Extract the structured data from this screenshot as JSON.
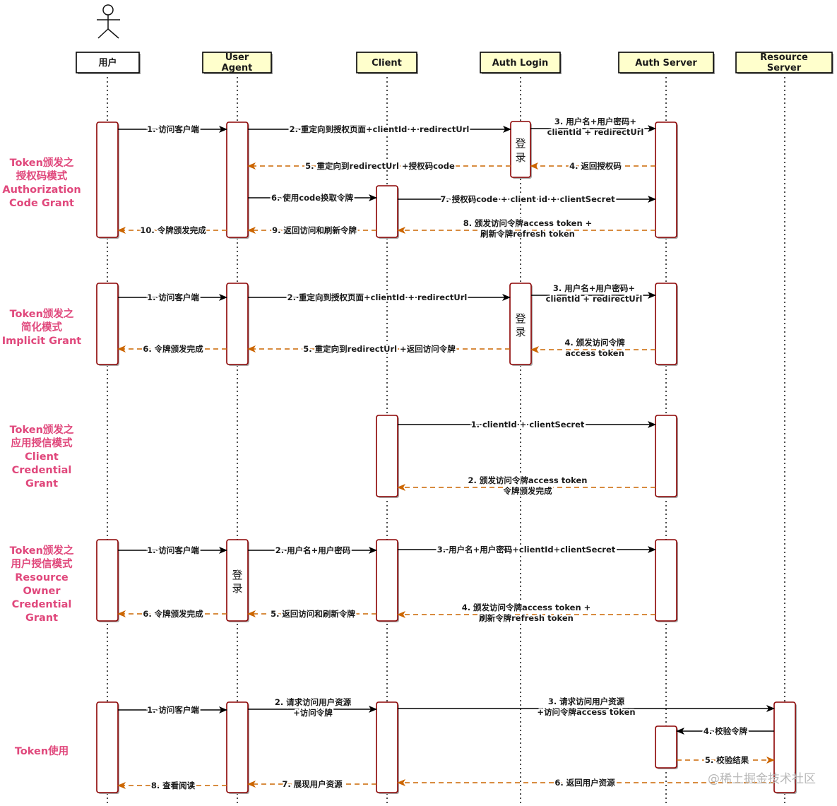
{
  "participants": [
    {
      "id": "user",
      "lines": [
        "用户"
      ],
      "fill": "#ffffff"
    },
    {
      "id": "agent",
      "lines": [
        "User",
        "Agent"
      ],
      "fill": "#ffffcc"
    },
    {
      "id": "client",
      "lines": [
        "Client"
      ],
      "fill": "#ffffcc"
    },
    {
      "id": "login",
      "lines": [
        "Auth Login"
      ],
      "fill": "#ffffcc"
    },
    {
      "id": "auth",
      "lines": [
        "Auth Server"
      ],
      "fill": "#ffffcc"
    },
    {
      "id": "resource",
      "lines": [
        "Resource",
        "Server"
      ],
      "fill": "#ffffcc"
    }
  ],
  "login_text": [
    "登",
    "录"
  ],
  "sections": [
    {
      "title": [
        "Token颁发之",
        "授权码模式",
        "Authorization",
        "Code Grant"
      ],
      "messages": [
        {
          "from": "user",
          "to": "agent",
          "dashed": false,
          "lines": [
            "1. 访问客户端"
          ]
        },
        {
          "from": "agent",
          "to": "login",
          "dashed": false,
          "lines": [
            "2. 重定向到授权页面+clientId + redirectUrl"
          ]
        },
        {
          "from": "login",
          "to": "auth",
          "dashed": false,
          "lines": [
            "3. 用户名+用户密码+",
            "clientId + redirectUrl"
          ]
        },
        {
          "from": "auth",
          "to": "login",
          "dashed": true,
          "lines": [
            "4. 返回授权码"
          ]
        },
        {
          "from": "login",
          "to": "agent",
          "dashed": true,
          "lines": [
            "5. 重定向到redirectUrl +授权码code"
          ]
        },
        {
          "from": "agent",
          "to": "client",
          "dashed": false,
          "lines": [
            "6. 使用code换取令牌"
          ]
        },
        {
          "from": "client",
          "to": "auth",
          "dashed": false,
          "lines": [
            "7. 授权码code + client id + clientSecret"
          ]
        },
        {
          "from": "auth",
          "to": "client",
          "dashed": true,
          "lines": [
            "8. 颁发访问令牌access token +",
            "刷新令牌refresh token"
          ]
        },
        {
          "from": "client",
          "to": "agent",
          "dashed": true,
          "lines": [
            "9. 返回访问和刷新令牌"
          ]
        },
        {
          "from": "agent",
          "to": "user",
          "dashed": true,
          "lines": [
            "10. 令牌颁发完成"
          ]
        }
      ]
    },
    {
      "title": [
        "Token颁发之",
        "简化模式",
        "Implicit Grant"
      ],
      "messages": [
        {
          "from": "user",
          "to": "agent",
          "dashed": false,
          "lines": [
            "1. 访问客户端"
          ]
        },
        {
          "from": "agent",
          "to": "login",
          "dashed": false,
          "lines": [
            "2. 重定向到授权页面+clientId + redirectUrl"
          ]
        },
        {
          "from": "login",
          "to": "auth",
          "dashed": false,
          "lines": [
            "3. 用户名+用户密码+",
            "clientId + redirectUrl"
          ]
        },
        {
          "from": "auth",
          "to": "login",
          "dashed": true,
          "lines": [
            "4. 颁发访问令牌",
            "access token"
          ]
        },
        {
          "from": "login",
          "to": "agent",
          "dashed": true,
          "lines": [
            "5. 重定向到redirectUrl +返回访问令牌"
          ]
        },
        {
          "from": "agent",
          "to": "user",
          "dashed": true,
          "lines": [
            "6. 令牌颁发完成"
          ]
        }
      ]
    },
    {
      "title": [
        "Token颁发之",
        "应用授信模式",
        "Client",
        "Credential",
        "Grant"
      ],
      "messages": [
        {
          "from": "client",
          "to": "auth",
          "dashed": false,
          "lines": [
            "1. clientId + clientSecret"
          ]
        },
        {
          "from": "auth",
          "to": "client",
          "dashed": true,
          "lines": [
            "2. 颁发访问令牌access token",
            "令牌颁发完成"
          ]
        }
      ]
    },
    {
      "title": [
        "Token颁发之",
        "用户授信模式",
        "Resource",
        "Owner",
        "Credential",
        "Grant"
      ],
      "messages": [
        {
          "from": "user",
          "to": "agent",
          "dashed": false,
          "lines": [
            "1. 访问客户端"
          ]
        },
        {
          "from": "agent",
          "to": "client",
          "dashed": false,
          "lines": [
            "2. 用户名+用户密码"
          ]
        },
        {
          "from": "client",
          "to": "auth",
          "dashed": false,
          "lines": [
            "3. 用户名+用户密码+clientId+clientSecret"
          ]
        },
        {
          "from": "auth",
          "to": "client",
          "dashed": true,
          "lines": [
            "4. 颁发访问令牌access token +",
            "刷新令牌refresh token"
          ]
        },
        {
          "from": "client",
          "to": "agent",
          "dashed": true,
          "lines": [
            "5. 返回访问和刷新令牌"
          ]
        },
        {
          "from": "agent",
          "to": "user",
          "dashed": true,
          "lines": [
            "6. 令牌颁发完成"
          ]
        }
      ]
    },
    {
      "title": [
        "Token使用"
      ],
      "messages": [
        {
          "from": "user",
          "to": "agent",
          "dashed": false,
          "lines": [
            "1. 访问客户端"
          ]
        },
        {
          "from": "agent",
          "to": "client",
          "dashed": false,
          "lines": [
            "2. 请求访问用户资源",
            "+访问令牌"
          ]
        },
        {
          "from": "client",
          "to": "resource",
          "dashed": false,
          "lines": [
            "3. 请求访问用户资源",
            "+访问令牌access token"
          ]
        },
        {
          "from": "resource",
          "to": "auth",
          "dashed": false,
          "lines": [
            "4. 校验令牌"
          ]
        },
        {
          "from": "auth",
          "to": "resource",
          "dashed": true,
          "lines": [
            "5. 校验结果"
          ]
        },
        {
          "from": "resource",
          "to": "client",
          "dashed": true,
          "lines": [
            "6. 返回用户资源"
          ]
        },
        {
          "from": "client",
          "to": "agent",
          "dashed": true,
          "lines": [
            "7. 展现用户资源"
          ]
        },
        {
          "from": "agent",
          "to": "user",
          "dashed": true,
          "lines": [
            "8. 查看阅读"
          ]
        }
      ]
    }
  ],
  "watermark": "@稀土掘金技术社区",
  "colors": {
    "activation_border": "#8b0000",
    "solid_arrow": "#000000",
    "return_arrow": "#cc6600",
    "section_title": "#e0487c",
    "box_fill": "#ffffcc"
  }
}
